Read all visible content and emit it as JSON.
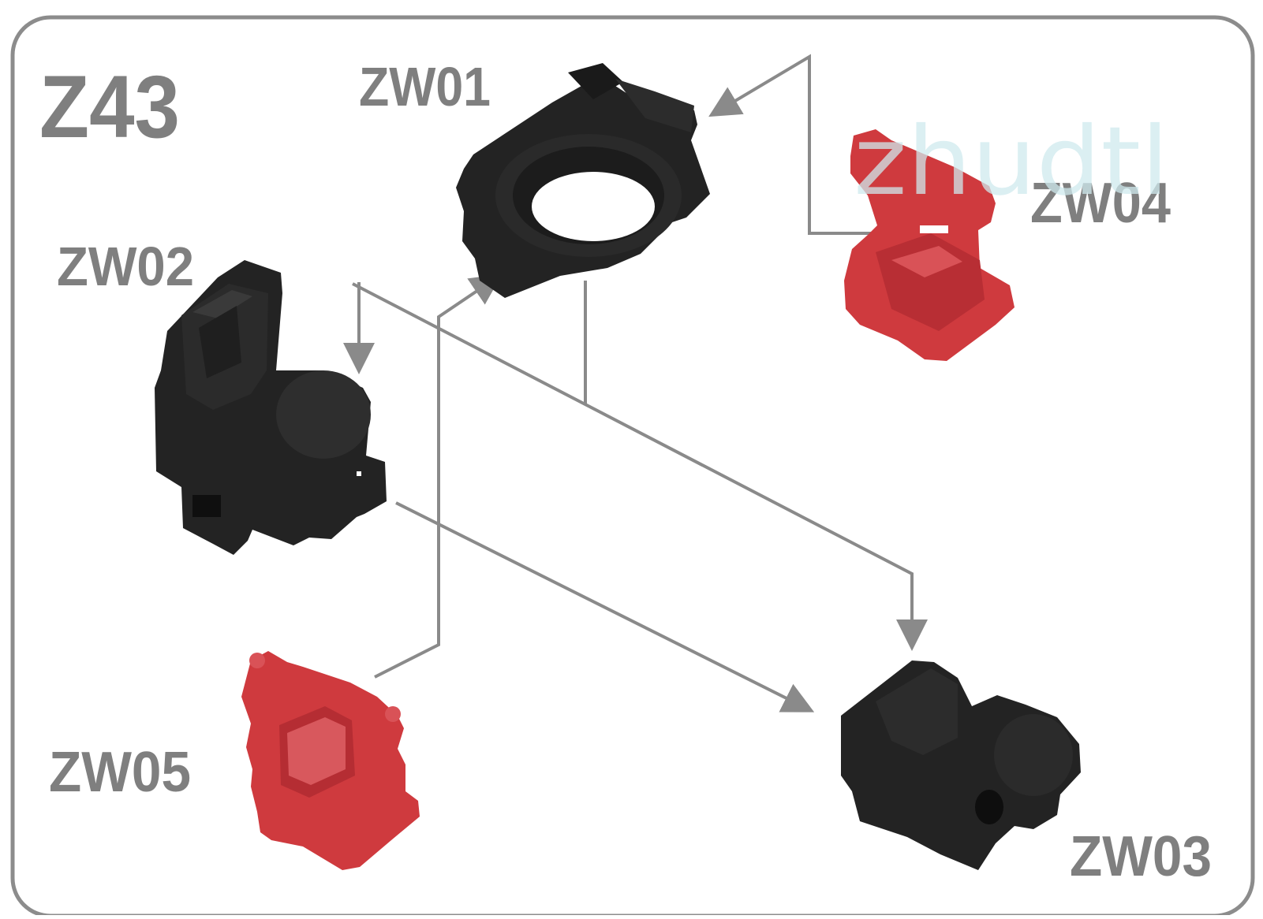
{
  "diagram": {
    "step_number": "Z43",
    "watermark": "zhudtl",
    "parts": {
      "zw01": "ZW01",
      "zw02": "ZW02",
      "zw03": "ZW03",
      "zw04": "ZW04",
      "zw05": "ZW05"
    },
    "colors": {
      "frame": "#8c8c8c",
      "label": "#7f7f7f",
      "arrow": "#8a8a8a",
      "part_black": "#232323",
      "part_red": "#cf3a3e",
      "watermark": "#cfe9ee"
    }
  }
}
